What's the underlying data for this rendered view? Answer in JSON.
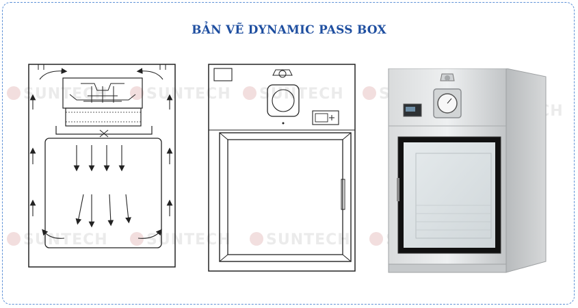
{
  "title": "BẢN VẼ DYNAMIC PASS BOX",
  "watermark": "SUNTECH",
  "colors": {
    "title": "#1f4fa0",
    "frame_border": "#5b8fd6",
    "line": "#222222",
    "steel": "#c9cbcd"
  },
  "panels": [
    {
      "name": "airflow-drawing"
    },
    {
      "name": "front-view-drawing"
    },
    {
      "name": "product-photo"
    }
  ]
}
